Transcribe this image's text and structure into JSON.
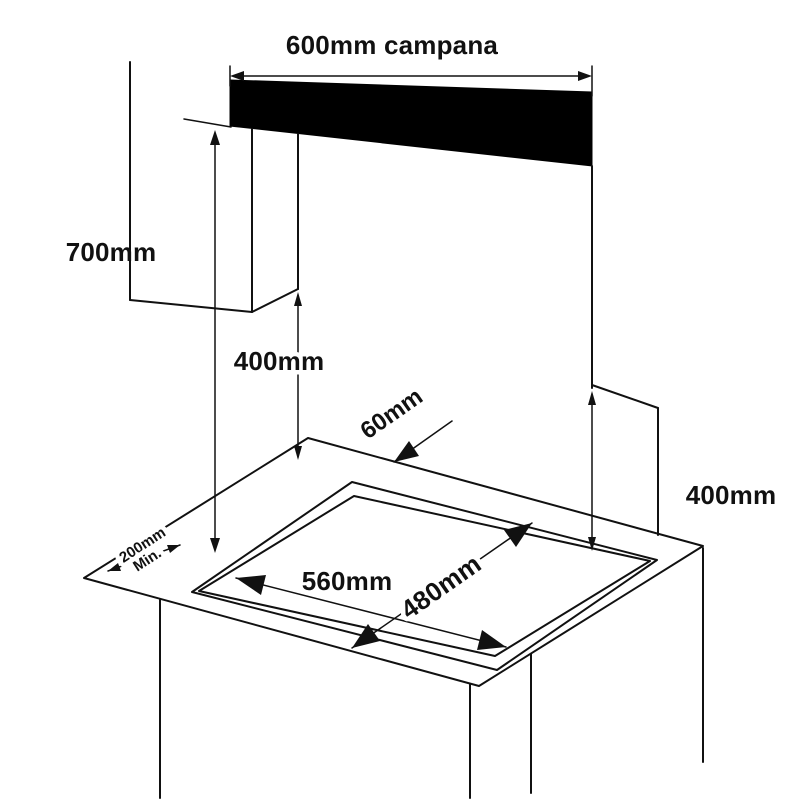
{
  "diagram": {
    "type": "cooktop-installation-dimensions",
    "background": "#ffffff",
    "line_color": "#111111",
    "hood_fill": "#000000"
  },
  "labels": {
    "hood_width": "600mm campana",
    "height_700": "700mm",
    "height_400_left": "400mm",
    "height_400_right": "400mm",
    "cutout_width": "560mm",
    "cutout_depth": "480mm",
    "gap_60": "60mm",
    "min_200": "200mm",
    "min_word": "Min."
  }
}
